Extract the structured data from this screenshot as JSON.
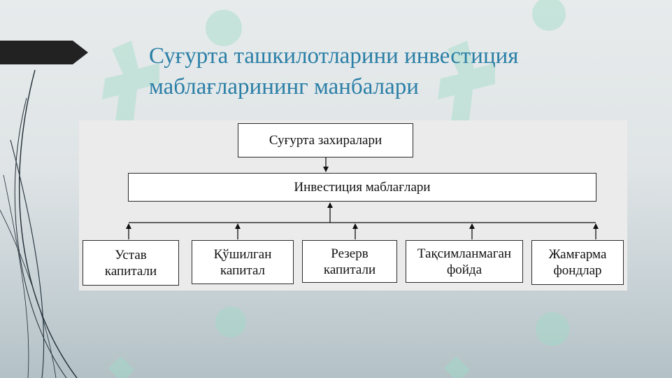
{
  "title": "Суғурта ташкилотларини инвестиция маблағларининг манбалари",
  "diagram": {
    "top_box": "Суғурта захиралари",
    "middle_box": "Инвестиция маблағлари",
    "sources": [
      "Устав капитали",
      "Қўшилган капитал",
      "Резерв капитали",
      "Тақсимланмаган фойда",
      "Жамғарма фондлар"
    ]
  },
  "colors": {
    "title": "#2a7fa6",
    "deco_dark": "#1e2a33",
    "deco_arrow": "#222222",
    "watermark": "#9fdcc8",
    "panel": "#ebebeb"
  },
  "icons": {
    "left_arrow": "arrow-right-shape",
    "watermark": "logo-watermark"
  }
}
